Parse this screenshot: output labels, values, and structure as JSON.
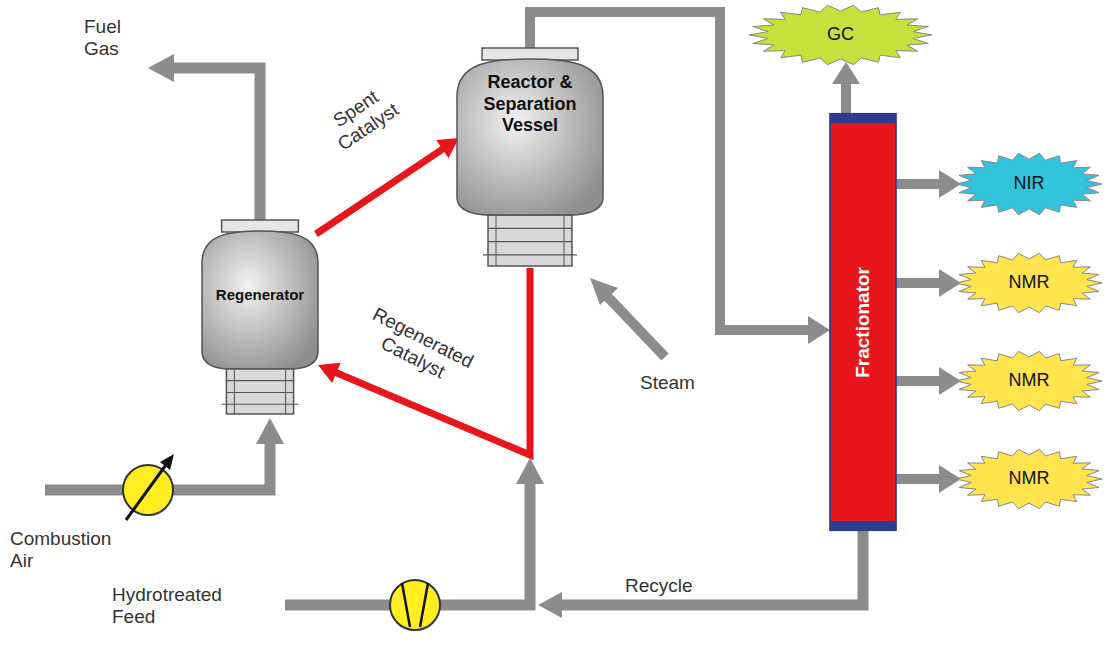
{
  "diagram": {
    "nodes": [
      {
        "text": [
          "Regenerator"
        ]
      },
      {
        "text": [
          "Reactor & Separation Vessel"
        ]
      },
      {
        "text": [
          "Fractionator"
        ]
      },
      {
        "text": [
          "GC"
        ]
      },
      {
        "text": [
          "NIR"
        ]
      },
      {
        "text": [
          "NMR"
        ]
      },
      {
        "text": [
          "NMR"
        ]
      },
      {
        "text": [
          "NMR"
        ]
      }
    ],
    "edges": [
      {
        "from": 0,
        "to": 1,
        "arrow": "to",
        "label": "Spent Catalyst"
      },
      {
        "from": 1,
        "to": 0,
        "arrow": "to",
        "label": "Regenerated Catalyst"
      },
      {
        "from": 1,
        "to": 2,
        "arrow": "to"
      },
      {
        "from": 2,
        "to": 3,
        "arrow": "to"
      },
      {
        "from": 2,
        "to": 4,
        "arrow": "to"
      },
      {
        "from": 2,
        "to": 5,
        "arrow": "to"
      },
      {
        "from": 2,
        "to": 6,
        "arrow": "to"
      },
      {
        "from": 2,
        "to": 7,
        "arrow": "to"
      }
    ],
    "labels": [
      "Fuel Gas",
      "Combustion Air",
      "Hydrotreated Feed",
      "Steam",
      "Recycle"
    ]
  }
}
